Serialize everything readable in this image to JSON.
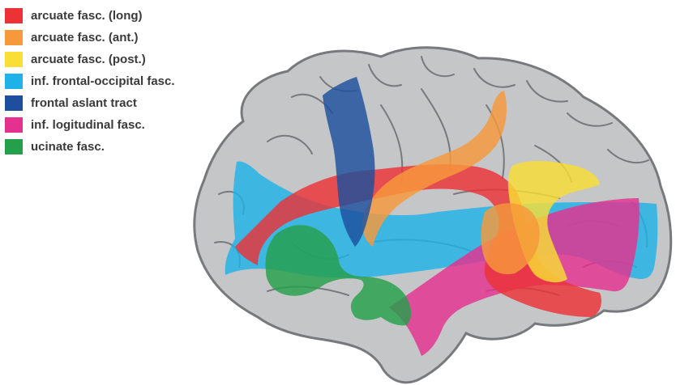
{
  "legend": [
    {
      "label": "arcuate fasc. (long)",
      "color": "#ec3237"
    },
    {
      "label": "arcuate fasc. (ant.)",
      "color": "#f7983a"
    },
    {
      "label": "arcuate fasc. (post.)",
      "color": "#f8de35"
    },
    {
      "label": "inf. frontal-occipital fasc.",
      "color": "#1fb2e8"
    },
    {
      "label": "frontal aslant tract",
      "color": "#1d4f9e"
    },
    {
      "label": "inf. logitudinal fasc.",
      "color": "#e4318f"
    },
    {
      "label": "ucinate fasc.",
      "color": "#24a04a"
    }
  ],
  "brain": {
    "fill": "#c5c6c8",
    "outline": "#77797c"
  }
}
